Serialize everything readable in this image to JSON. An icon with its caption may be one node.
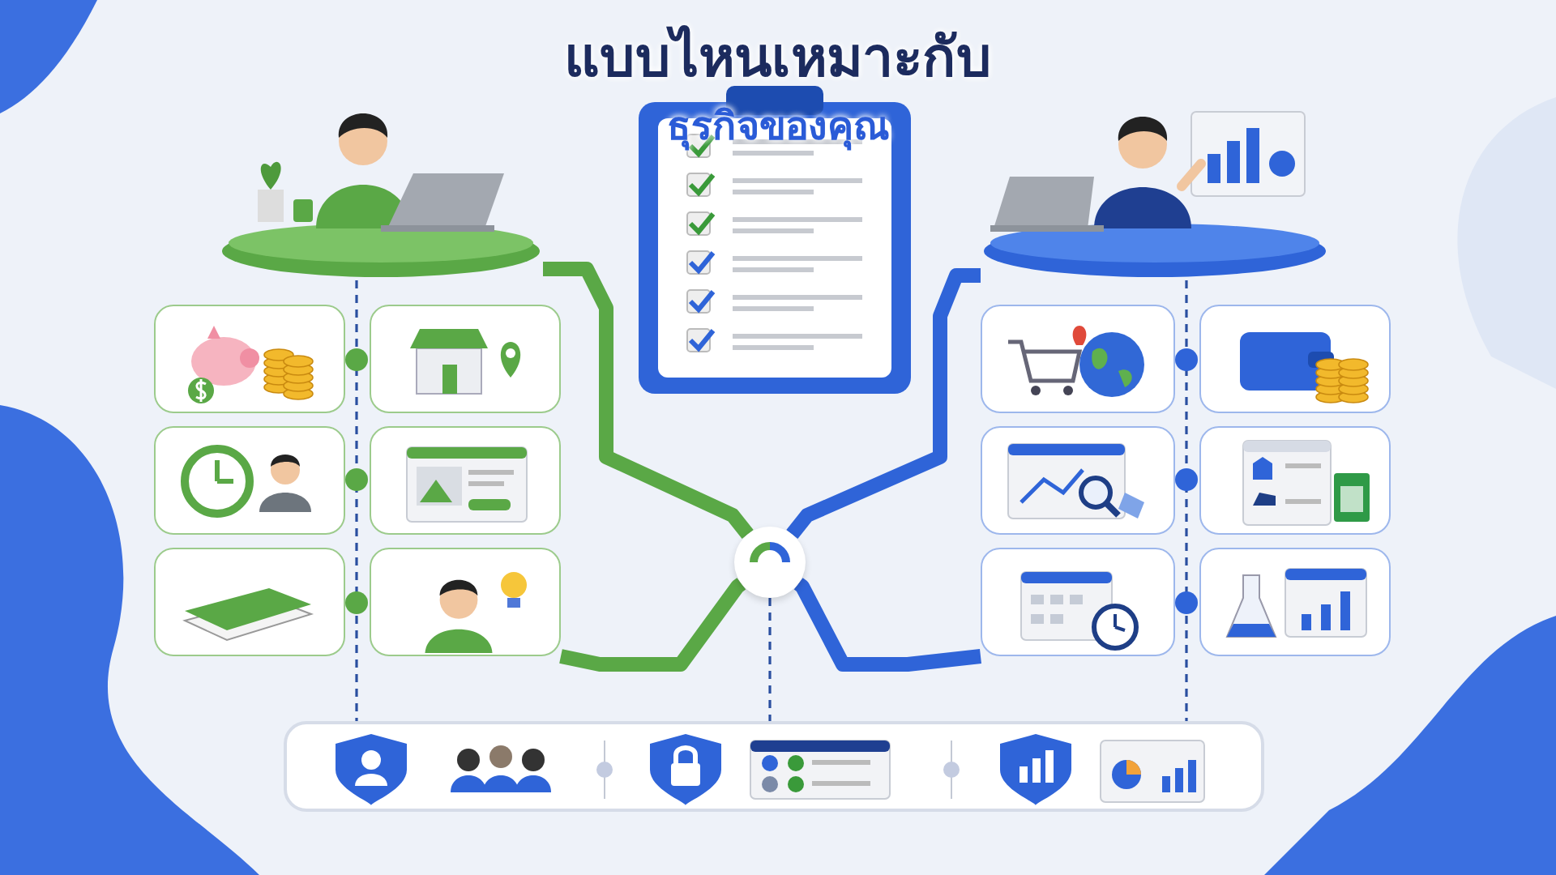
{
  "diagram": {
    "title": "แบบไหนเหมาะกับ",
    "labels": [
      "ธุรกิจของคุณ"
    ],
    "nodes": [
      {
        "text": [],
        "shape": "picture"
      },
      {
        "text": [],
        "shape": "picture"
      },
      {
        "text": [],
        "shape": "picture"
      },
      {
        "text": [],
        "shape": "picture"
      },
      {
        "text": [],
        "shape": "picture"
      },
      {
        "text": [],
        "shape": "picture"
      },
      {
        "text": [],
        "shape": "picture"
      },
      {
        "text": [],
        "shape": "picture"
      },
      {
        "text": [],
        "shape": "picture"
      },
      {
        "text": [],
        "shape": "picture"
      },
      {
        "text": [],
        "shape": "picture"
      },
      {
        "text": [],
        "shape": "picture"
      },
      {
        "text": [],
        "shape": "picture"
      },
      {
        "text": [],
        "shape": "picture"
      },
      {
        "text": [],
        "shape": "picture"
      },
      {
        "text": [],
        "shape": "circle"
      },
      {
        "text": [],
        "shape": "box"
      }
    ],
    "edges": [
      {
        "from": 0,
        "to": 15,
        "arrow": "none",
        "color": "#5aa846"
      },
      {
        "from": 2,
        "to": 15,
        "arrow": "none",
        "color": "#2f64d8"
      },
      {
        "from": 8,
        "to": 15,
        "arrow": "none",
        "color": "#5aa846"
      },
      {
        "from": 13,
        "to": 15,
        "arrow": "none",
        "color": "#2f64d8"
      },
      {
        "from": 15,
        "to": 16,
        "arrow": "none",
        "style": "dashed"
      },
      {
        "from": 0,
        "to": 16,
        "arrow": "none",
        "style": "dashed"
      },
      {
        "from": 2,
        "to": 16,
        "arrow": "none",
        "style": "dashed"
      }
    ]
  }
}
